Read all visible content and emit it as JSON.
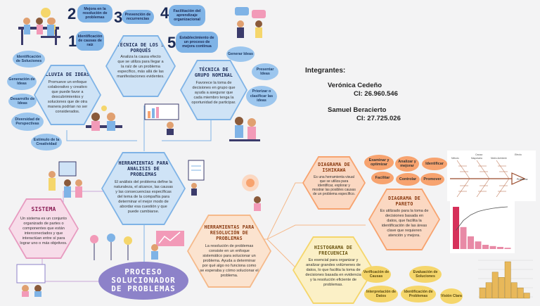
{
  "colors": {
    "blue": "#7fb3e6",
    "blue_dark": "#1b2a55",
    "pink": "#f2bfd6",
    "orange": "#f7a36f",
    "yellow": "#f5d66b",
    "purple": "#8d82c9"
  },
  "steps": [
    {
      "n": "2",
      "label": "Mejora en la resolución de problemas"
    },
    {
      "n": "3",
      "label": "Prevención de recurrencias"
    },
    {
      "n": "4",
      "label": "Facilitación del aprendizaje organizacional"
    },
    {
      "n": "1",
      "label": "Identificación de causas de raíz"
    },
    {
      "n": "5",
      "label": "Establecimiento de un proceso de mejora continua"
    }
  ],
  "porques": {
    "title": "TÉCNICA DE LOS 5 PORQUÉS",
    "body": "Analiza la causa efecto que se utiliza para llegar a la raíz de un problema específico, más allá de las manifestaciones evidentes."
  },
  "lluvia": {
    "title": "LLUVIA DE IDEAS",
    "body": "Promueve un enfoque colaborativo y creativo que puede favor a descubrimientos y soluciones que de otra manera podrían no ser considerados.",
    "bubbles": [
      "Identificación de Soluciones",
      "Generación de Ideas",
      "Desarrollo de Ideas",
      "Diversidad de Perspectivas",
      "Estímulo de la Creatividad"
    ]
  },
  "nominal": {
    "title": "TÉCNICA DE GRUPO NOMINAL",
    "body": "Favorece la toma de decisiones en grupo que ayuda a asegurar que cada miembro tenga la oportunidad de participar.",
    "bubbles": [
      "Generar Ideas",
      "Presentar Ideas",
      "Priorizar o clasificar las ideas"
    ]
  },
  "herramientas": {
    "title": "HERRAMIENTAS PARA ANALISIS DE PROBLEMAS",
    "body": "El análisis del problema define la naturaleza, el alcance, las causas y las consecuencias específicas del tema de la compañía para determinar el mejor modo de abordar esa cuestión y que puede cambiarse."
  },
  "sistema": {
    "title": "SISTEMA",
    "body": "Un sistema es un conjunto organizado de partes o componentes que están interconectados y que interactúan entre sí para lograr uno o más objetivos."
  },
  "resolucion": {
    "title": "HERRAMIENTAS PARA RESOLUCIÓN DE PROBLEMAS",
    "body": "La resolución de problemas consiste en un enfoque sistemático para solucionar un problema. Ayuda a determinar por qué algo no funciona como se esperaba y cómo solucionar el problema."
  },
  "main_title": {
    "line1": "PROCESO",
    "line2": "SOLUCIONADOR",
    "line3": "DE PROBLEMAS"
  },
  "integrantes": {
    "heading": "Integrantes:",
    "members": [
      {
        "name": "Verónica Cedeño",
        "ci": "CI: 26.960.546"
      },
      {
        "name": "Samuel Beracierto",
        "ci": "CI: 27.725.026"
      }
    ]
  },
  "ishikawa": {
    "title": "DIAGRAMA DE ISHIKAWA",
    "body": "Es una herramienta visual que se utiliza para identificar, explorar y mostrar las posibles causas de un problema específico.",
    "bubbles": [
      "Examinar y optimizar",
      "Analizar y mejorar",
      "Identificar",
      "Facilitar",
      "Controlar",
      "Promover"
    ]
  },
  "pareto": {
    "title": "DIAGRAMA DE PARETO",
    "body": "Es utilizado para la toma de decisiones basada en datos, que facilita la identificación de las áreas clave que requieren atención y mejora."
  },
  "histograma": {
    "title": "HISTOGRAMA DE FRECUENCIA",
    "body": "Es esencial para organizar y analizar grandes volúmenes de datos, lo que facilita la toma de decisiones basada en evidencia y la resolución eficiente de problemas.",
    "bubbles": [
      "Verificación de Causas",
      "Evaluación de Soluciones",
      "Interpretación de Datos",
      "Identificación de Problemas",
      "Visión Clara"
    ]
  },
  "fishbone": {
    "labels": [
      "Causa",
      "Efecto",
      "Problema",
      "Método",
      "Maquinaria",
      "Medio Ambiente",
      "Materiales",
      "Medición",
      "Mano de obra"
    ]
  },
  "pareto_values": [
    100,
    52,
    30,
    18,
    10,
    7,
    5,
    3
  ],
  "hist_values": [
    2,
    3,
    5,
    4,
    7,
    3,
    2,
    1
  ]
}
